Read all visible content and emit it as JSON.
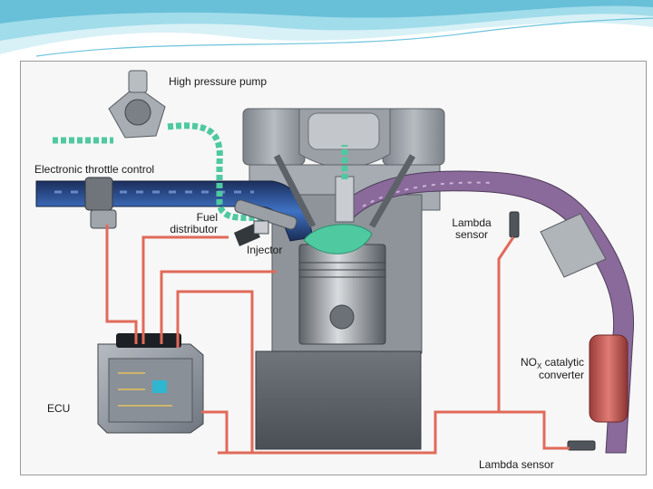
{
  "slide": {
    "accent_colors": {
      "wave_light": "#d8f1f6",
      "wave_mid": "#8fd4e6",
      "wave_dark": "#3aa8c8"
    }
  },
  "diagram": {
    "components": [
      {
        "id": "high-pressure-pump",
        "icon": "pump-icon"
      },
      {
        "id": "electronic-throttle-control",
        "icon": "throttle-icon"
      },
      {
        "id": "fuel-distributor",
        "icon": "rail-icon"
      },
      {
        "id": "injector",
        "icon": "injector-icon"
      },
      {
        "id": "ecu",
        "icon": "ecu-box-icon"
      },
      {
        "id": "engine-block",
        "icon": "engine-icon"
      },
      {
        "id": "lambda-sensor-upper",
        "icon": "sensor-icon"
      },
      {
        "id": "nox-catalytic-converter",
        "icon": "catalyst-icon"
      },
      {
        "id": "lambda-sensor-lower",
        "icon": "sensor-icon"
      }
    ],
    "labels": {
      "high_pressure_pump": "High pressure pump",
      "electronic_throttle_control": "Electronic throttle control",
      "fuel_line1": "Fuel",
      "fuel_line2": "distributor",
      "injector": "Injector",
      "lambda_upper_line1": "Lambda",
      "lambda_upper_line2": "sensor",
      "nox_prefix": "NO",
      "nox_sub": "X",
      "nox_line1_suffix": " catalytic",
      "nox_line2": "converter",
      "ecu": "ECU",
      "lambda_lower": "Lambda sensor"
    },
    "colors": {
      "wiring": "#e06a5a",
      "intake": "#2f5ea8",
      "exhaust": "#8a6a9a",
      "fuel": "#4fc9a0",
      "engine": "#8e949a",
      "catalyst": "#c85a55"
    }
  }
}
